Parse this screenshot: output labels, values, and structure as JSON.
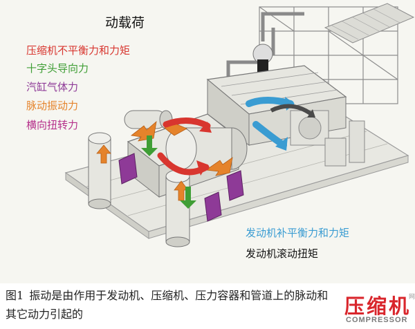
{
  "figure": {
    "title": "动载荷",
    "loads": [
      {
        "label": "压缩机不平衡力和力矩",
        "color": "#d8362f"
      },
      {
        "label": "十字头导向力",
        "color": "#3f9e35"
      },
      {
        "label": "汽缸气体力",
        "color": "#8e3a97"
      },
      {
        "label": "脉动振动力",
        "color": "#e5832b"
      },
      {
        "label": "横向扭转力",
        "color": "#b52f8a"
      }
    ],
    "engine_loads": [
      {
        "label": "发动机补平衡力和力矩",
        "color": "#3a9cd2"
      },
      {
        "label": "发动机滚动扭矩",
        "color": "#111111"
      }
    ]
  },
  "caption": {
    "label": "图1",
    "text": "振动是由作用于发动机、压缩机、压力容器和管道上的脉动和其它动力引起的"
  },
  "watermark": {
    "logo": "压缩机",
    "logo_small": "网",
    "text": "COMPRESSOR"
  }
}
